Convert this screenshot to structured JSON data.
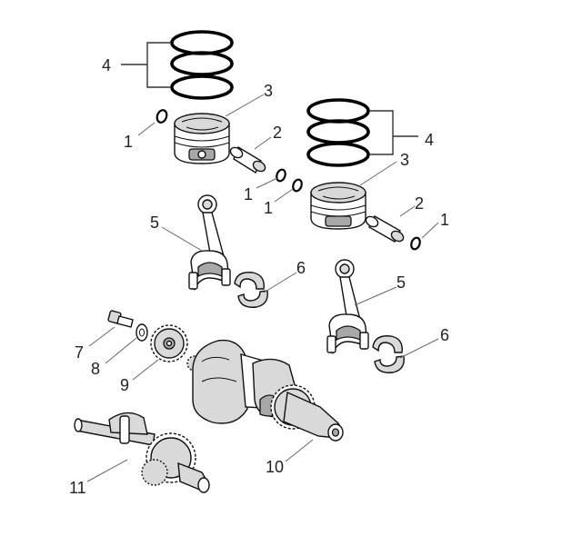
{
  "labels": {
    "circlip_top": "1",
    "circlip_mid_a": "1",
    "circlip_mid_b": "1",
    "circlip_right": "1",
    "pin_left": "2",
    "pin_right": "2",
    "piston_left": "3",
    "piston_right": "3",
    "rings_left": "4",
    "rings_right": "4",
    "conrod_left": "5",
    "conrod_right": "5",
    "bearing_left": "6",
    "bearing_right": "6",
    "bolt": "7",
    "washer": "8",
    "gear": "9",
    "crankshaft": "10",
    "balance_shaft": "11"
  }
}
